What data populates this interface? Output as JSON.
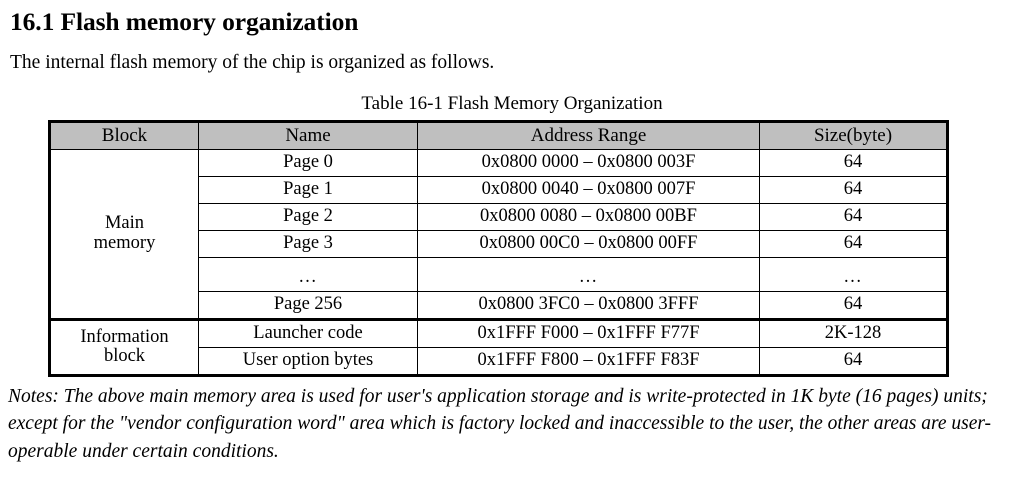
{
  "heading": "16.1 Flash memory organization",
  "intro": "The internal flash memory of the chip is organized as follows.",
  "table": {
    "caption": "Table 16-1 Flash Memory Organization",
    "header_bg": "#bfbfbf",
    "columns": [
      "Block",
      "Name",
      "Address Range",
      "Size(byte)"
    ],
    "sections": [
      {
        "block": [
          "Main",
          "memory"
        ],
        "rows": [
          {
            "name": "Page 0",
            "address": "0x0800 0000 – 0x0800 003F",
            "size": "64"
          },
          {
            "name": "Page 1",
            "address": "0x0800 0040 – 0x0800 007F",
            "size": "64"
          },
          {
            "name": "Page 2",
            "address": "0x0800 0080 – 0x0800 00BF",
            "size": "64"
          },
          {
            "name": "Page 3",
            "address": "0x0800 00C0 – 0x0800 00FF",
            "size": "64"
          },
          {
            "name": "…",
            "address": "…",
            "size": "…"
          },
          {
            "name": "Page 256",
            "address": "0x0800 3FC0 – 0x0800 3FFF",
            "size": "64"
          }
        ]
      },
      {
        "block": [
          "Information",
          "block"
        ],
        "rows": [
          {
            "name": "Launcher code",
            "address": "0x1FFF F000 – 0x1FFF F77F",
            "size": "2K-128"
          },
          {
            "name": "User option bytes",
            "address": "0x1FFF F800 – 0x1FFF F83F",
            "size": "64"
          }
        ]
      }
    ]
  },
  "notes": "Notes: The above main memory area is used for user's application storage and is write-protected in 1K byte (16 pages) units; except for the \"vendor configuration word\" area which is factory locked and inaccessible to the user, the other areas are user-operable under certain conditions."
}
